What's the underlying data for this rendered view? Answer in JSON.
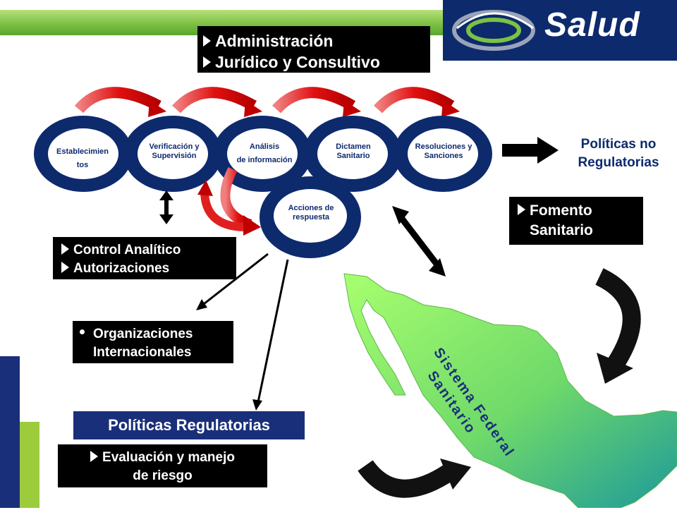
{
  "header": {
    "logo_text": "Salud",
    "colors": {
      "green": "#7cc143",
      "navy": "#0d2a6d"
    }
  },
  "boxes": {
    "admin": [
      "Administración",
      "Jurídico y Consultivo"
    ],
    "control": [
      "Control Analítico",
      "Autorizaciones"
    ],
    "organizaciones": [
      "Organizaciones",
      "Internacionales"
    ],
    "fomento": [
      "Fomento",
      "Sanitario"
    ],
    "politicas_regulatorias": "Políticas Regulatorias",
    "evaluacion": [
      "Evaluación y manejo",
      "de riesgo"
    ],
    "politicas_no": [
      "Políticas no",
      "Regulatorias"
    ]
  },
  "rings": {
    "establecimientos": [
      "Establecimien",
      "tos"
    ],
    "verificacion": [
      "Verificación y",
      "Supervisión"
    ],
    "analisis": [
      "Análisis",
      "de información"
    ],
    "dictamen": [
      "Dictamen",
      "Sanitario"
    ],
    "resoluciones": [
      "Resoluciones y",
      "Sanciones"
    ],
    "acciones": [
      "Acciones de",
      "respuesta"
    ]
  },
  "map_label": [
    "Sistema Federal",
    "Sanitario"
  ]
}
